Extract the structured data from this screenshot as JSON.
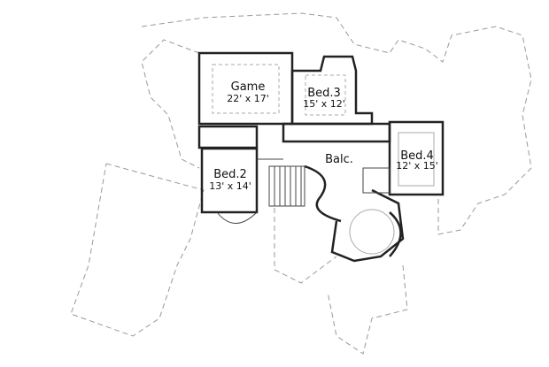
{
  "rooms": {
    "game": {
      "name": "Game",
      "size": "22' x 17'"
    },
    "bed3": {
      "name": "Bed.3",
      "size": "15' x 12'"
    },
    "bed2": {
      "name": "Bed.2",
      "size": "13' x 14'"
    },
    "bed4": {
      "name": "Bed.4",
      "size": "12' x 15'"
    },
    "balcony": {
      "name": "Balc."
    }
  }
}
